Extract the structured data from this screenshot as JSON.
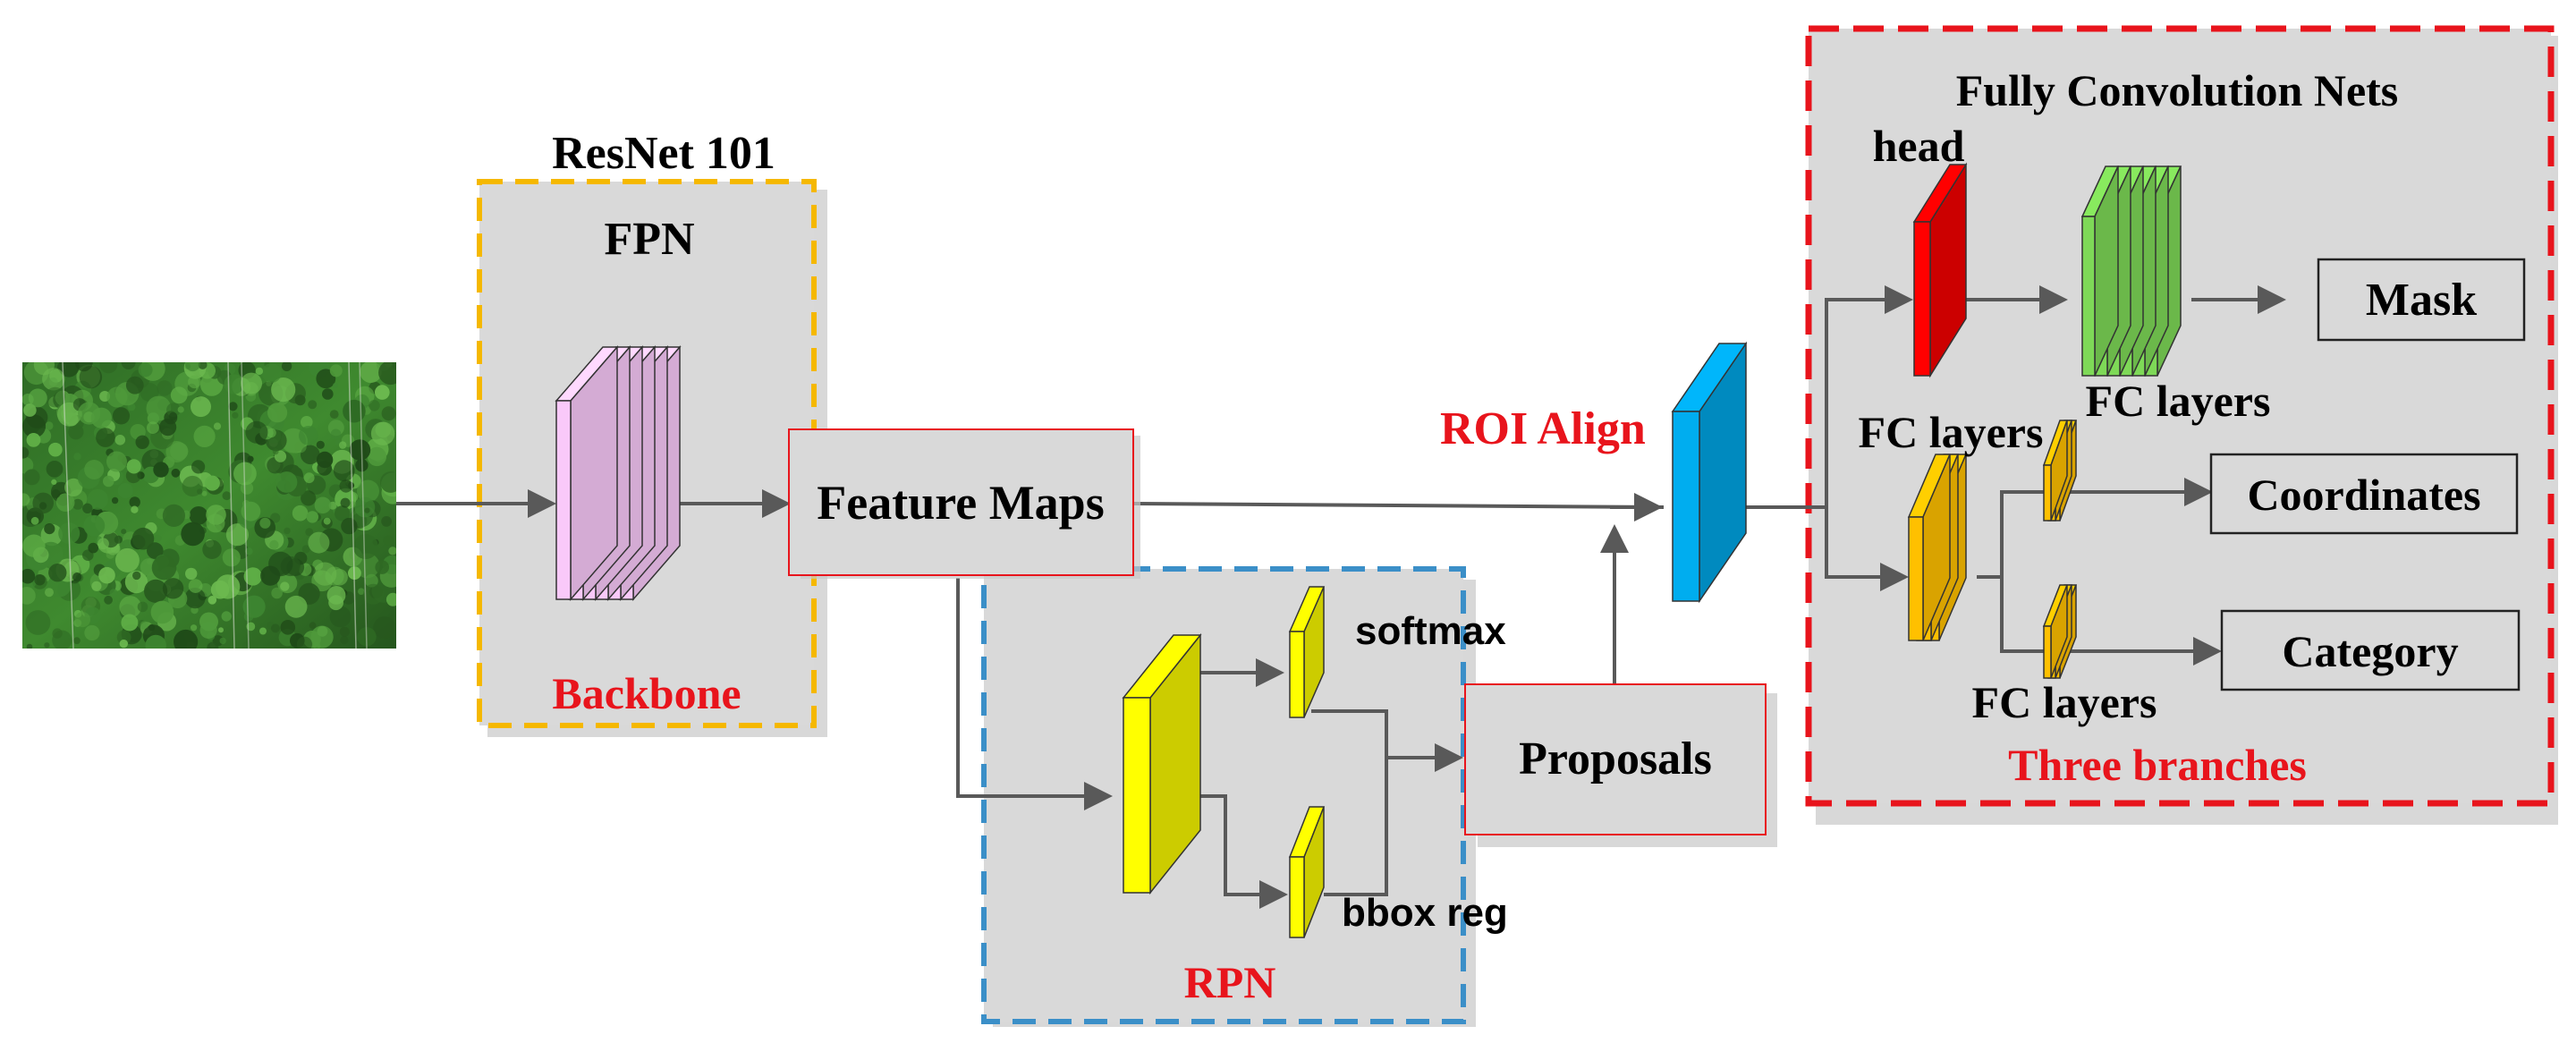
{
  "backbone": {
    "section_title": "ResNet 101",
    "fpn_label": "FPN",
    "caption": "Backbone"
  },
  "feature_maps": {
    "label": "Feature Maps"
  },
  "rpn": {
    "softmax_label": "softmax",
    "bbox_label": "bbox reg",
    "caption": "RPN"
  },
  "proposals": {
    "label": "Proposals"
  },
  "roi_align": {
    "label": "ROI Align"
  },
  "branches": {
    "title": "Fully Convolution Nets",
    "head_label": "head",
    "fc_label_top": "FC layers",
    "fc_label_mid": "FC layers",
    "fc_label_bottom": "FC layers",
    "mask_label": "Mask",
    "coordinates_label": "Coordinates",
    "category_label": "Category",
    "caption": "Three branches"
  },
  "colors": {
    "panel_fill": "#d9d9d9",
    "backbone_border": "#f5b800",
    "rpn_border": "#3b8fc8",
    "branches_border": "#e8141c",
    "caption_red": "#e8141c",
    "fpn_layers": "#f9c9f9",
    "rpn_layers": "#ffff00",
    "roi_align": "#00adef",
    "head_layer": "#ff0000",
    "fcn_layers": "#7ed957",
    "fc_layers": "#ffc000",
    "arrow": "#595959"
  }
}
